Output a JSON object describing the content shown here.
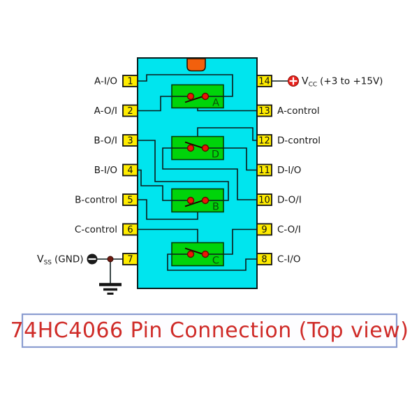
{
  "title": {
    "text": "74HC4066 Pin Connection (Top view)"
  },
  "chip": {
    "name": "74HC4066",
    "left_pins": [
      {
        "number": "1",
        "label": "A-I/O"
      },
      {
        "number": "2",
        "label": "A-O/I"
      },
      {
        "number": "3",
        "label": "B-O/I"
      },
      {
        "number": "4",
        "label": "B-I/O"
      },
      {
        "number": "5",
        "label": "B-control"
      },
      {
        "number": "6",
        "label": "C-control"
      },
      {
        "number": "7",
        "label": ""
      }
    ],
    "right_pins": [
      {
        "number": "14",
        "label": ""
      },
      {
        "number": "13",
        "label": "A-control"
      },
      {
        "number": "12",
        "label": "D-control"
      },
      {
        "number": "11",
        "label": "D-I/O"
      },
      {
        "number": "10",
        "label": "D-O/I"
      },
      {
        "number": "9",
        "label": "C-O/I"
      },
      {
        "number": "8",
        "label": "C-I/O"
      }
    ],
    "switches": [
      "A",
      "D",
      "B",
      "C"
    ],
    "vss_label": {
      "v": "V",
      "sub": "SS",
      "rest": "(GND)"
    },
    "vcc_label": {
      "v": "V",
      "sub": "CC",
      "rest": "(+3 to +15V)"
    }
  },
  "colors": {
    "chip_body": "#00e5ee",
    "switch_green": "#00d40a",
    "pin_yellow": "#ffec00",
    "notch_orange": "#f2600d",
    "dot_red": "#ee1506",
    "wire_black": "#0c1a1a",
    "title_red": "#cf2b28",
    "title_border": "#8a9cd0"
  }
}
